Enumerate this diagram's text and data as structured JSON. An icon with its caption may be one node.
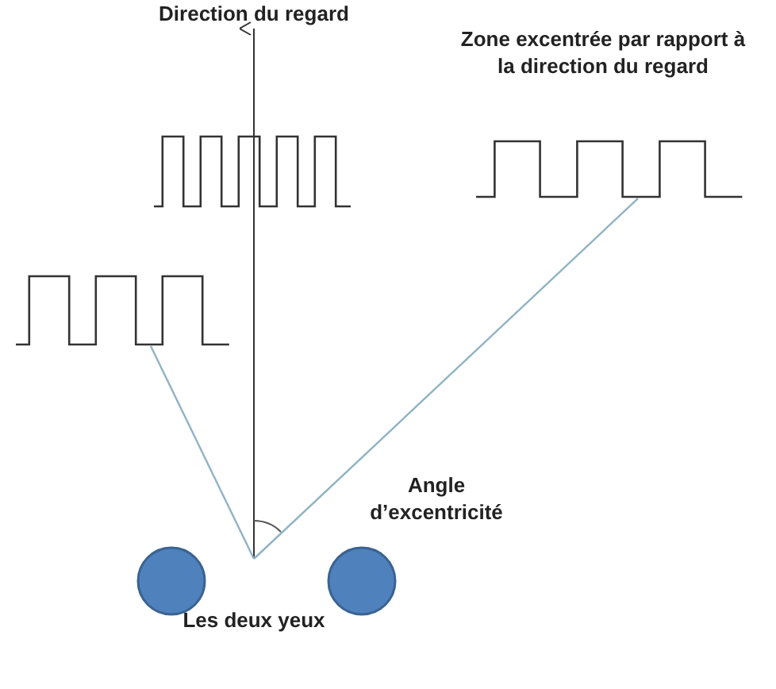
{
  "diagram": {
    "nodes": [
      {
        "text": [],
        "shape": "picture"
      },
      {
        "text": [],
        "shape": "picture"
      },
      {
        "text": [],
        "shape": "picture",
        "beside": [
          "Zone excentrée par rapport à la direction du regard"
        ]
      },
      {
        "text": [],
        "shape": "circle"
      },
      {
        "text": [],
        "shape": "circle"
      }
    ],
    "edges": [
      {
        "from": null,
        "to": 1,
        "arrow": "none"
      },
      {
        "from": null,
        "to": 2,
        "arrow": "none"
      }
    ],
    "labels": [
      "Direction du regard",
      "Angle d’excentricité",
      "Les deux yeux"
    ]
  }
}
